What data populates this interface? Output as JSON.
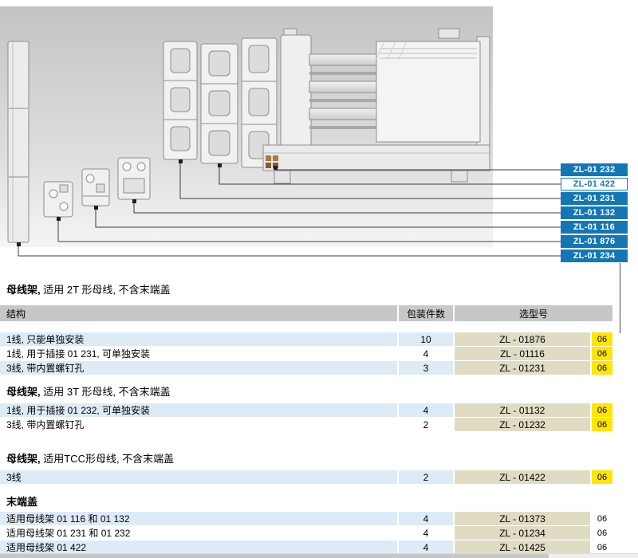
{
  "colors": {
    "accent": "#1477b5",
    "row_blue": "#dcebf6",
    "model_beige": "#e0dcc3",
    "badge_yellow": "#ffe500",
    "header_gray": "#c6c7c9"
  },
  "callouts": {
    "items": [
      {
        "label": "ZL-01 232",
        "highlighted": false
      },
      {
        "label": "ZL-01 422",
        "highlighted": true
      },
      {
        "label": "ZL-01 231",
        "highlighted": false
      },
      {
        "label": "ZL-01 132",
        "highlighted": false
      },
      {
        "label": "ZL-01 116",
        "highlighted": false
      },
      {
        "label": "ZL-01 876",
        "highlighted": false
      },
      {
        "label": "ZL-01 234",
        "highlighted": false
      }
    ]
  },
  "table": {
    "headers": {
      "structure": "结构",
      "qty": "包装件数",
      "model": "选型号"
    },
    "sections": [
      {
        "title_bold": "母线架,",
        "title_rest": " 适用 2T 形母线, 不含末端盖",
        "rows": [
          {
            "structure": "1线, 只能单独安装",
            "qty": "10",
            "model": "ZL - 01876",
            "badge": "06",
            "badge_yellow": true,
            "shaded": true
          },
          {
            "structure": "1线, 用于插接 01 231, 可单独安装",
            "qty": "4",
            "model": "ZL - 01116",
            "badge": "06",
            "badge_yellow": true,
            "shaded": false
          },
          {
            "structure": "3线, 带内置螺钉孔",
            "qty": "3",
            "model": "ZL - 01231",
            "badge": "06",
            "badge_yellow": true,
            "shaded": true
          }
        ]
      },
      {
        "title_bold": "母线架,",
        "title_rest": " 适用 3T 形母线, 不含末端盖",
        "rows": [
          {
            "structure": "1线, 用于插接 01 232, 可单独安装",
            "qty": "4",
            "model": "ZL - 01132",
            "badge": "06",
            "badge_yellow": true,
            "shaded": true
          },
          {
            "structure": "3线, 带内置螺钉孔",
            "qty": "2",
            "model": "ZL - 01232",
            "badge": "06",
            "badge_yellow": true,
            "shaded": false
          }
        ]
      },
      {
        "title_bold": "母线架,",
        "title_rest": " 适用TCC形母线, 不含末端盖",
        "rows": [
          {
            "structure": "3线",
            "qty": "2",
            "model": "ZL - 01422",
            "badge": "06",
            "badge_yellow": true,
            "shaded": true
          }
        ]
      },
      {
        "title_bold": "末端盖",
        "title_rest": "",
        "rows": [
          {
            "structure": "适用母线架 01 116 和 01 132",
            "qty": "4",
            "model": "ZL - 01373",
            "badge": "06",
            "badge_yellow": false,
            "shaded": true
          },
          {
            "structure": "适用母线架 01 231 和 01 232",
            "qty": "4",
            "model": "ZL - 01234",
            "badge": "06",
            "badge_yellow": false,
            "shaded": false
          },
          {
            "structure": "适用母线架 01 422",
            "qty": "4",
            "model": "ZL - 01425",
            "badge": "06",
            "badge_yellow": false,
            "shaded": true
          }
        ]
      }
    ]
  }
}
